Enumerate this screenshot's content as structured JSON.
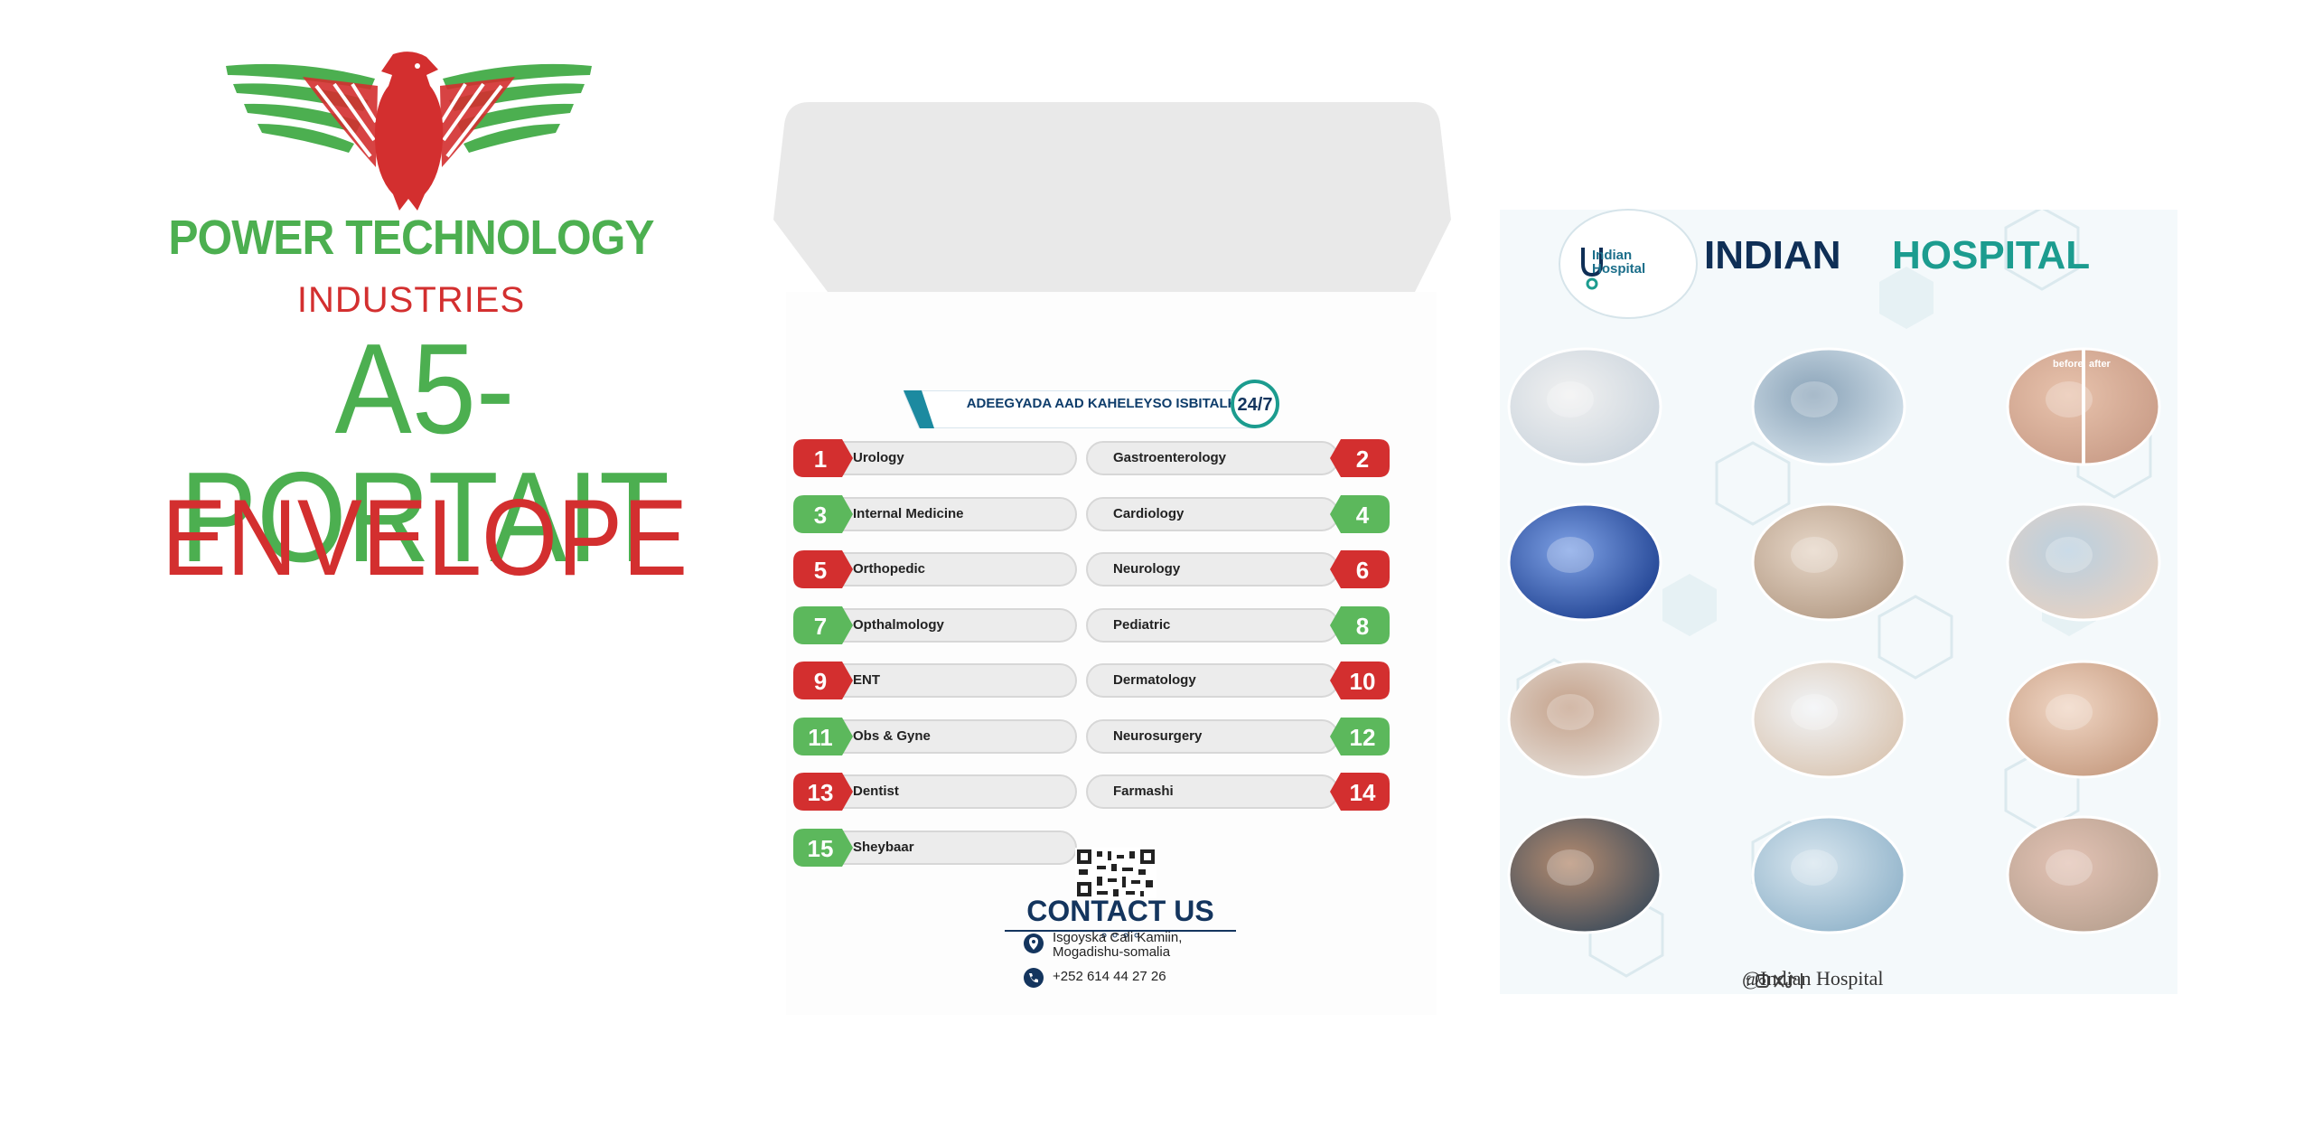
{
  "brand": {
    "name": "POWER TECHNOLOGY",
    "sub": "INDUSTRIES",
    "logo_icon": "eagle-logo-icon",
    "colors": {
      "green": "#4caf50",
      "red": "#d32f2f"
    }
  },
  "product": {
    "title": "A5-PORTAIT",
    "subtitle": "ENVELOPE"
  },
  "envelope": {
    "services_header": "ADEEGYADA AAD KAHELEYSO ISBITALKA",
    "emergency_badge": "24/7",
    "services": [
      {
        "num": "1",
        "label": "Urology",
        "color": "#d32f2f"
      },
      {
        "num": "2",
        "label": "Gastroenterology",
        "color": "#d32f2f"
      },
      {
        "num": "3",
        "label": "Internal Medicine",
        "color": "#5cb85c"
      },
      {
        "num": "4",
        "label": "Cardiology",
        "color": "#5cb85c"
      },
      {
        "num": "5",
        "label": "Orthopedic",
        "color": "#d32f2f"
      },
      {
        "num": "6",
        "label": "Neurology",
        "color": "#d32f2f"
      },
      {
        "num": "7",
        "label": "Opthalmology",
        "color": "#5cb85c"
      },
      {
        "num": "8",
        "label": "Pediatric",
        "color": "#5cb85c"
      },
      {
        "num": "9",
        "label": "ENT",
        "color": "#d32f2f"
      },
      {
        "num": "10",
        "label": "Dermatology",
        "color": "#d32f2f"
      },
      {
        "num": "11",
        "label": "Obs & Gyne",
        "color": "#5cb85c"
      },
      {
        "num": "12",
        "label": "Neurosurgery",
        "color": "#5cb85c"
      },
      {
        "num": "13",
        "label": "Dentist",
        "color": "#d32f2f"
      },
      {
        "num": "14",
        "label": "Farmashi",
        "color": "#d32f2f"
      },
      {
        "num": "15",
        "label": "Sheybaar",
        "color": "#5cb85c"
      }
    ],
    "contact_title": "CONTACT US",
    "address": "Isgoyska Cali Kamiin, Mogadishu-somalia",
    "phone": "+252 614 44 27 26"
  },
  "flyer": {
    "logo_text": "Indian Hospital",
    "name_part1": "INDIAN",
    "name_part2": "HOSPITAL",
    "before_label": "before",
    "after_label": "after",
    "social_handle": "@Indian Hospital",
    "photos": [
      "bandaged-hand-photo",
      "ultrasound-photo",
      "skin-before-after-photo",
      "spine-xray-photo",
      "pregnant-couple-photo",
      "dental-smile-photo",
      "blood-test-photo",
      "pediatric-checkup-photo",
      "eye-surgery-scar-photo",
      "nebulizer-patient-photo",
      "surgery-team-photo",
      "wound-dressing-photo"
    ]
  }
}
